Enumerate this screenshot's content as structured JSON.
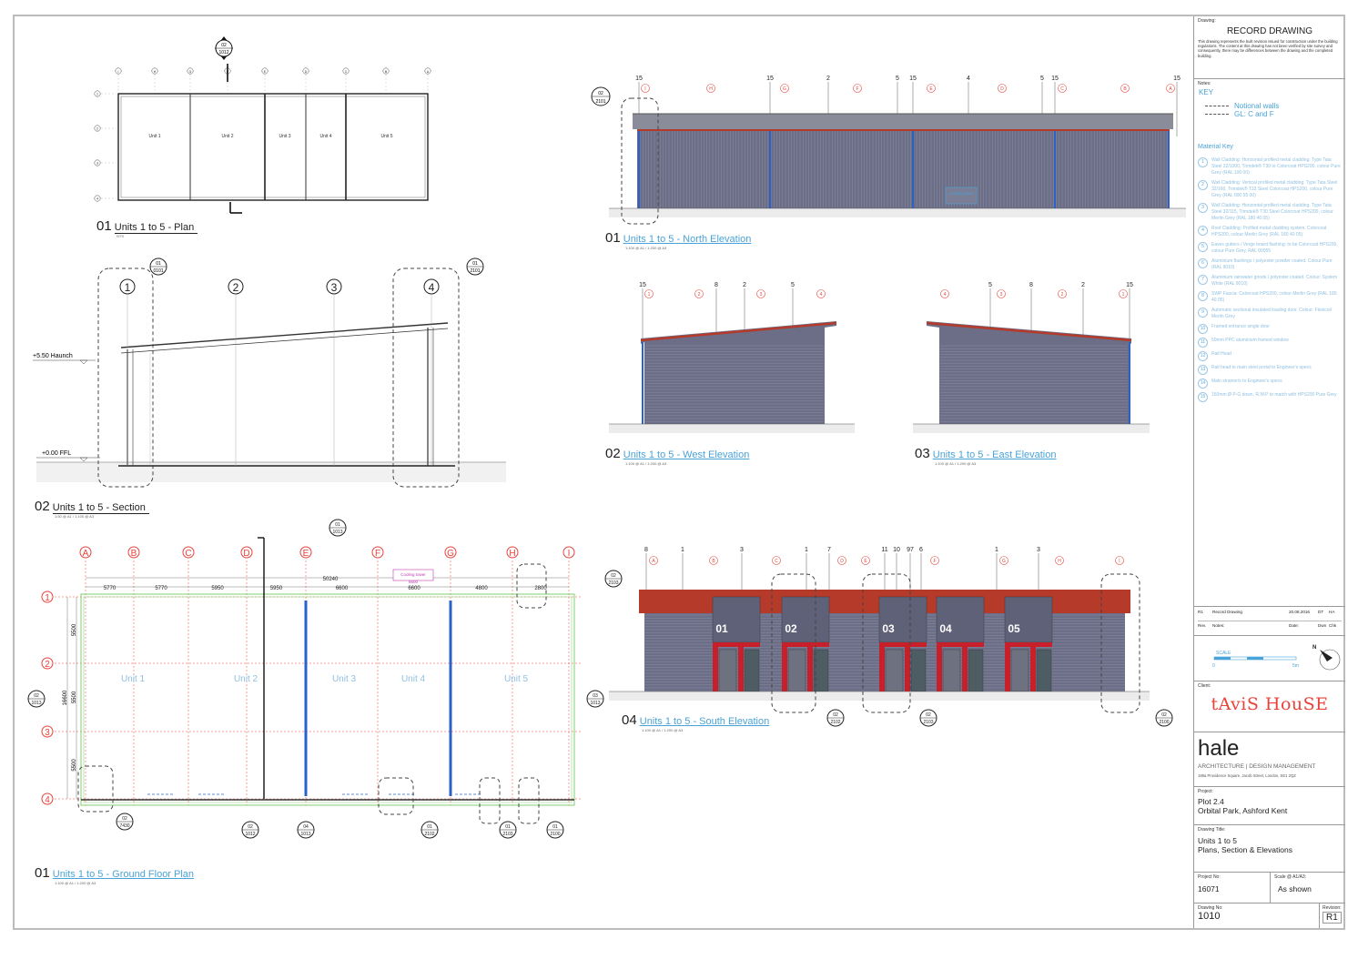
{
  "views": {
    "v1": {
      "num": "01",
      "title": "Units 1 to 5 - Plan",
      "scale": "NTS"
    },
    "v2": {
      "num": "02",
      "title": "Units 1 to 5 - Section",
      "scale": "1:50 @ A1 / 1:100 @ A3"
    },
    "v3": {
      "num": "01",
      "title": "Units 1 to 5 - Ground Floor Plan",
      "scale": "1:100 @ A1 / 1:200 @ A3"
    },
    "v4": {
      "num": "01",
      "title": "Units 1 to 5 - North Elevation",
      "scale": "1:100 @ A1 / 1:200 @ A3"
    },
    "v5": {
      "num": "02",
      "title": "Units 1 to 5 - West Elevation",
      "scale": "1:100 @ A1 / 1:200 @ A3"
    },
    "v6": {
      "num": "03",
      "title": "Units 1 to 5 - East Elevation",
      "scale": "1:100 @ A1 / 1:200 @ A3"
    },
    "v7": {
      "num": "04",
      "title": "Units 1 to 5 - South Elevation",
      "scale": "1:100 @ A1 / 1:200 @ A3"
    }
  },
  "plan_small": {
    "units": [
      "Unit 1",
      "Unit 2",
      "Unit 3",
      "Unit 4",
      "Unit 5"
    ],
    "ref_top": "02",
    "ref_bottom": "1012"
  },
  "section": {
    "grids": [
      "1",
      "2",
      "3",
      "4"
    ],
    "haunch": "+5.50 Haunch",
    "ffl": "+0.00 FFL",
    "ref1_top": "01",
    "ref1_bottom": "0101",
    "ref2_top": "01",
    "ref2_bottom": "2101"
  },
  "ground_plan": {
    "col_grids": [
      "A",
      "B",
      "C",
      "D",
      "E",
      "F",
      "G",
      "H",
      "I"
    ],
    "row_grids": [
      "1",
      "2",
      "3",
      "4"
    ],
    "dims": [
      "5770",
      "5770",
      "5950",
      "5950",
      "6600",
      "6600",
      "4800",
      "2800"
    ],
    "overall": "50240",
    "vdims": [
      "5500",
      "5500",
      "5500"
    ],
    "voverall": "16600",
    "units": [
      "Unit 1",
      "Unit 2",
      "Unit 3",
      "Unit 4",
      "Unit 5"
    ],
    "cooling_tag": "Cooling tower",
    "cooling_sub": "6600",
    "ref_top": {
      "a": "01",
      "b": "1013"
    },
    "ref_left": {
      "a": "02",
      "b": "1013"
    },
    "ref_right": {
      "a": "03",
      "b": "1013"
    },
    "refs_bottom": [
      {
        "a": "02",
        "b": "7430"
      },
      {
        "a": "02",
        "b": "1012"
      },
      {
        "a": "04",
        "b": "1013"
      },
      {
        "a": "01",
        "b": "2102"
      },
      {
        "a": "01",
        "b": "2103"
      },
      {
        "a": "01",
        "b": "2100"
      }
    ]
  },
  "north": {
    "grids": [
      "I",
      "H",
      "G",
      "F",
      "E",
      "D",
      "C",
      "B",
      "A"
    ],
    "nums": [
      "15",
      "15",
      "2",
      "5",
      "15",
      "4",
      "5",
      "15",
      "15"
    ],
    "ref": {
      "a": "02",
      "b": "2101"
    },
    "tag": "Cooling tower"
  },
  "west": {
    "nums": [
      "15",
      "8",
      "2",
      "5"
    ],
    "grids": [
      "1",
      "2",
      "3",
      "4"
    ]
  },
  "east": {
    "nums": [
      "5",
      "8",
      "2",
      "15"
    ],
    "grids": [
      "4",
      "3",
      "2",
      "1"
    ]
  },
  "south": {
    "units": [
      "01",
      "02",
      "03",
      "04",
      "05"
    ],
    "nums": [
      "8",
      "1",
      "3",
      "1",
      "7",
      "11",
      "10",
      "97",
      "6",
      "1",
      "3"
    ],
    "grids": [
      "A",
      "B",
      "C",
      "D",
      "E",
      "F",
      "G",
      "H",
      "I"
    ],
    "refs": [
      {
        "a": "02",
        "b": "2103"
      },
      {
        "a": "02",
        "b": "2102"
      },
      {
        "a": "02",
        "b": "2103"
      },
      {
        "a": "02",
        "b": "2100"
      }
    ]
  },
  "titleblock": {
    "drawing_label": "Drawing:",
    "drawing": "RECORD DRAWING",
    "drawing_note": "This drawing represents the built revision issued for construction under the building regulations. The content at this drawing has not been verified by site survey and consequently, there may be differences between the drawing and the completed building.",
    "notes_label": "Notes:",
    "key": "KEY",
    "key_walls": "Notional walls",
    "key_gl": "GL: C and F",
    "material_key": "Material Key",
    "materials": [
      "Wall Cladding: Horizontal profiled metal cladding. Type Tata Steel 32/1000, Trimdek® T30 to Colorcoat HPS200, colour Pure Grey (RAL 100 00)",
      "Wall Cladding: Vertical profiled metal cladding. Type Tata Steel 32/160, Trimdek® T32 Steel Colorcoat HPS200, colour Pure Grey (RAL 000 55 00)",
      "Wall Cladding: Horizontal profiled metal cladding. Type Tata Steel 32/115, Trimdek® T30 Steel Colorcoat HPS200, colour Merlin Grey (RAL 180 40 05)",
      "Roof Cladding: Profiled metal cladding system. Colorcoat HPS200, colour Merlin Grey (RAL 180 40 05)",
      "Eaves gutters / Verge board flashing: to be Colorcoat HPS200, colour Pure Grey, RAL 00055",
      "Aluminium flashings / polyester powder coated. Colour Pure (RAL 9010)",
      "Aluminium rainwater goods / polyester coated. Colour: System White (RAL 9010)",
      "SWP Fascia: Colorcoat HPS200, colour Merlin Grey (RAL 180 40 05)",
      "Automatic sectional insulated loading door. Colour: Flexicoil Merlin Grey",
      "Framed entrance single door",
      "50mm PPC aluminium framed window",
      "Rail Head",
      "Rail head to main steel portal to Engineer's specs",
      "Main strainer/s to Engineer's specs",
      "150mm Ø P-G down, R.W.P to match with HPS200 Pure Grey"
    ],
    "rev_code": "R1",
    "rev_desc": "Record Drawing",
    "rev_date": "20.08.2016",
    "rev_by": "DT",
    "rev_chk": "HA",
    "rev_h1": "Rev.",
    "rev_h2": "Notes:",
    "rev_h3": "Date:",
    "rev_h4": "Dwn",
    "rev_h5": "Chk",
    "scale_lbl": "SCALE",
    "scale_0": "0",
    "scale_5": "5m",
    "client_label": "Client:",
    "client": "tAviS HouSE",
    "firm": "hale",
    "firm_sub": "ARCHITECTURE | DESIGN MANAGEMENT",
    "firm_addr": "188a Providence Square, Jacob Street, London, SE1 2QZ",
    "project_label": "Project:",
    "project1": "Plot 2.4",
    "project2": "Orbital Park, Ashford Kent",
    "dtitle_label": "Drawing Title:",
    "dtitle1": "Units 1 to 5",
    "dtitle2": "Plans, Section & Elevations",
    "projno_label": "Project No:",
    "projno": "16071",
    "scale_label": "Scale @ A1/A3:",
    "scale": "As shown",
    "drawno_label": "Drawing No:",
    "drawno": "1010",
    "revision_label": "Revision:",
    "revision": "R1"
  },
  "colors": {
    "grid_red": "#e8423a",
    "link_blue": "#4aa3d8",
    "clad": "#6b6e86",
    "roof": "#b53a2a",
    "steel_blue": "#2a62c9",
    "plan_green": "#7fcf6f"
  }
}
